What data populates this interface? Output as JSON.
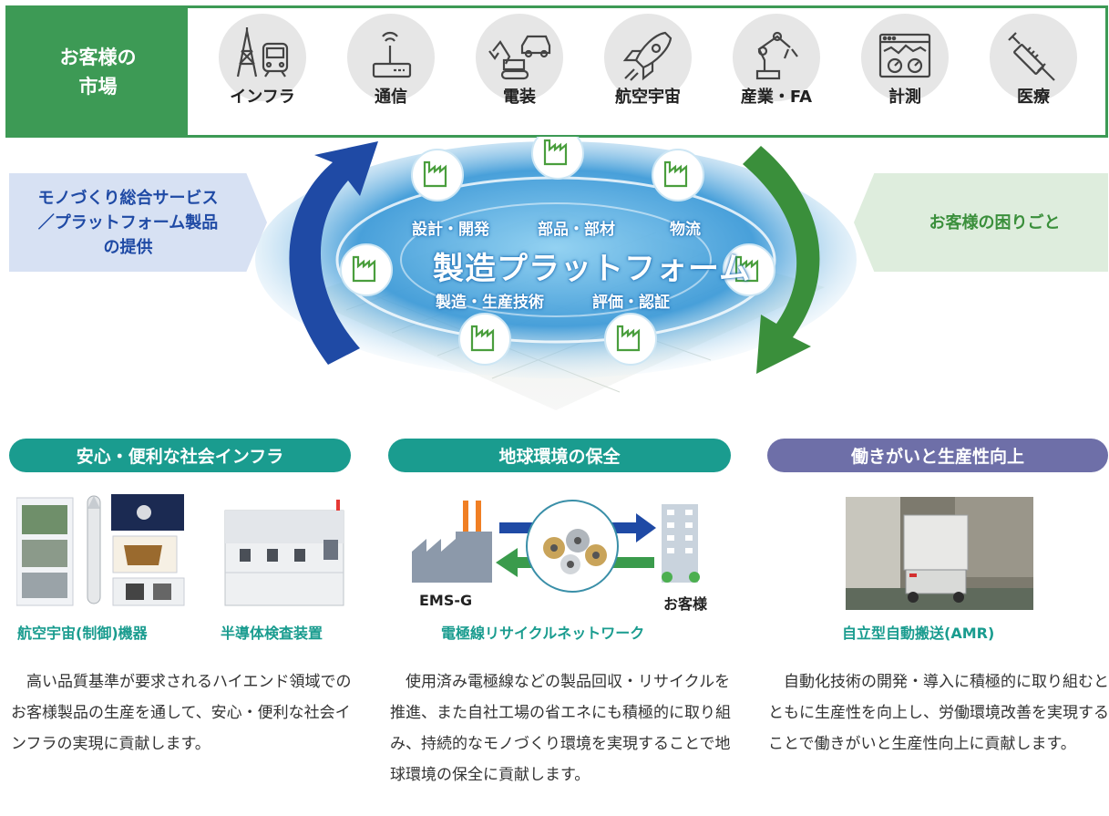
{
  "markets": {
    "heading": "お客様の\n市場",
    "items": [
      {
        "label": "インフラ",
        "icon": "tower-train-icon"
      },
      {
        "label": "通信",
        "icon": "router-icon"
      },
      {
        "label": "電装",
        "icon": "excavator-car-icon"
      },
      {
        "label": "航空宇宙",
        "icon": "rocket-icon"
      },
      {
        "label": "産業・FA",
        "icon": "robot-arm-icon"
      },
      {
        "label": "計測",
        "icon": "gauge-panel-icon"
      },
      {
        "label": "医療",
        "icon": "syringe-icon"
      }
    ]
  },
  "platform": {
    "left_box": "モノづくり総合サービス\n／プラットフォーム製品\nの提供",
    "right_box": "お客様の困りごと",
    "title": "製造プラットフォーム",
    "labels": {
      "design": "設計・開発",
      "parts": "部品・部材",
      "logistics": "物流",
      "production": "製造・生産技術",
      "evaluation": "評価・認証"
    }
  },
  "columns": [
    {
      "heading": "安心・便利な社会インフラ",
      "captions": [
        "航空宇宙(制御)機器",
        "半導体検査装置"
      ],
      "description": "高い品質基準が要求されるハイエンド領域でのお客様製品の生産を通して、安心・便利な社会インフラの実現に貢献します。"
    },
    {
      "heading": "地球環境の保全",
      "diagram_labels": {
        "left": "EMS-G",
        "right": "お客様"
      },
      "captions": [
        "電極線リサイクルネットワーク"
      ],
      "description": "使用済み電極線などの製品回収・リサイクルを推進、また自社工場の省エネにも積極的に取り組み、持続的なモノづくり環境を実現することで地球環境の保全に貢献します。"
    },
    {
      "heading": "働きがいと生産性向上",
      "captions": [
        "自立型自動搬送(AMR)"
      ],
      "description": "自動化技術の開発・導入に積極的に取り組むとともに生産性を向上し、労働環境改善を実現することで働きがいと生産性向上に貢献します。"
    }
  ],
  "colors": {
    "market_green": "#3d9a55",
    "teal": "#1a9c8f",
    "purple": "#6e6fa8",
    "blue_arrow": "#1f4aa5",
    "green_arrow": "#3a8f3b"
  }
}
